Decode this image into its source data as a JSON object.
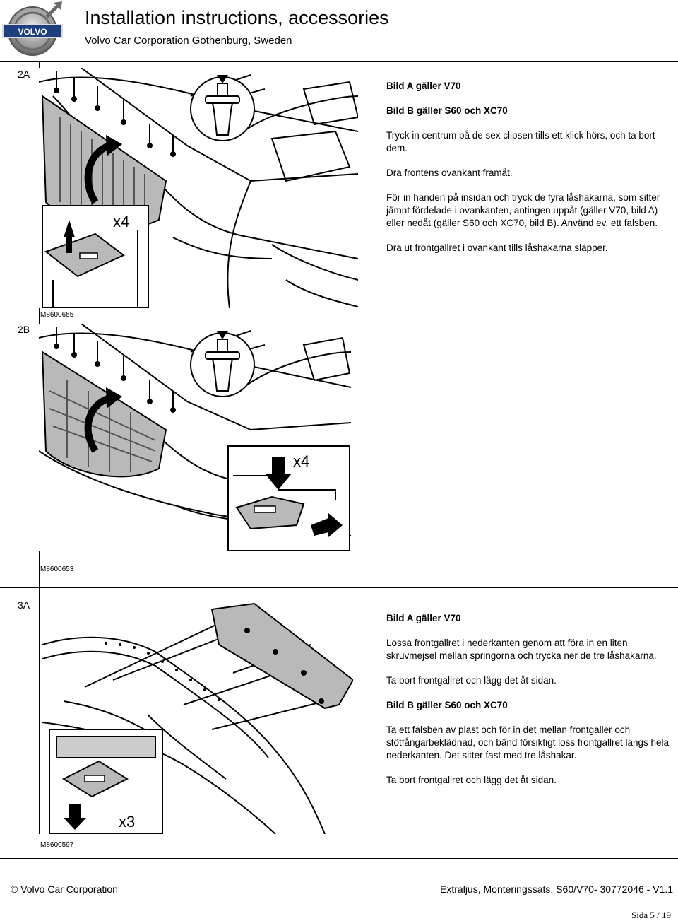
{
  "header": {
    "logo_text": "VOLVO",
    "title": "Installation instructions, accessories",
    "subtitle": "Volvo Car Corporation Gothenburg, Sweden"
  },
  "steps": [
    {
      "num": "2A",
      "figure_code": "M8600655",
      "callout": "x4",
      "paragraphs": [
        {
          "bold": true,
          "text": "Bild A gäller V70"
        },
        {
          "bold": true,
          "text": "Bild B gäller S60 och XC70"
        },
        {
          "bold": false,
          "text": "Tryck in centrum på de sex clipsen tills ett klick hörs, och ta bort dem."
        },
        {
          "bold": false,
          "text": "Dra frontens ovankant framåt."
        },
        {
          "bold": false,
          "text": "För in handen på insidan och tryck de fyra låshakarna, som sitter jämnt fördelade i ovankanten, antingen uppåt (gäller V70, bild A) eller nedåt (gäller S60 och XC70, bild B). Använd ev. ett falsben."
        },
        {
          "bold": false,
          "text": "Dra ut frontgallret i ovankant tills låshakarna släpper."
        }
      ]
    },
    {
      "num": "2B",
      "figure_code": "M8600653",
      "callout": "x4"
    },
    {
      "num": "3A",
      "figure_code": "M8600597",
      "callout": "x3",
      "paragraphs": [
        {
          "bold": true,
          "text": "Bild A gäller V70"
        },
        {
          "bold": false,
          "text": "Lossa frontgallret i nederkanten genom att föra in en liten skruvmejsel mellan springorna och trycka ner de tre låshakarna."
        },
        {
          "bold": false,
          "text": "Ta bort frontgallret och lägg det åt sidan."
        },
        {
          "bold": true,
          "text": "Bild B gäller S60 och XC70"
        },
        {
          "bold": false,
          "text": "Ta ett falsben av plast och för in det mellan frontgaller och stötfångarbeklädnad, och bänd försiktigt loss frontgallret längs hela nederkanten. Det sitter fast med tre låshakar."
        },
        {
          "bold": false,
          "text": "Ta bort frontgallret och lägg det åt sidan."
        }
      ]
    }
  ],
  "footer": {
    "left": "© Volvo Car Corporation",
    "right": "Extraljus, Monteringssats, S60/V70- 30772046 - V1.1",
    "page": "Sida 5 / 19"
  },
  "colors": {
    "grille_gray": "#b9b9b9",
    "line": "#000000"
  }
}
